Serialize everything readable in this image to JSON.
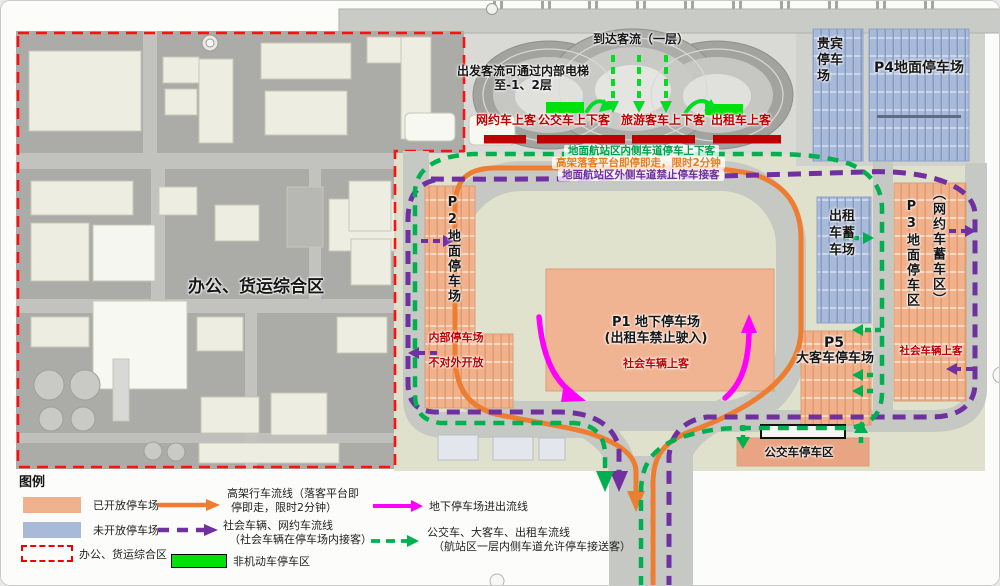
{
  "terminal": {
    "arrival_flow": "到达客流（一层）",
    "departure_note": "出发客流可通过内部电梯至-1、2层"
  },
  "curb_zones": {
    "ride_hail": "网约车上客",
    "bus": "公交车上下客",
    "tour_bus": "旅游客车上下客",
    "taxi": "出租车上客"
  },
  "lane_rules": {
    "inner": "地面航站区内侧车道停车上下客",
    "elevated": "高架落客平台即停即走，限时2分钟",
    "outer": "地面航站区外侧车道禁止停车接客"
  },
  "zones": {
    "office": "办公、货运综合区",
    "p2": "P2地面停车场",
    "p2_note1": "内部停车场",
    "p2_note2": "不对外开放",
    "p1_title": "P1 地下停车场",
    "p1_sub": "(出租车禁止驶入)",
    "p1_pickup": "社会车辆上客",
    "vip": "贵宾停车场",
    "p4": "P4地面停车场",
    "taxi_pool": "出租车蓄车场",
    "p3": "P3地面停车区",
    "p3_sub": "（网约车蓄车区）",
    "p3_pickup": "社会车辆上客",
    "p5": "P5",
    "p5_sub": "大客车停车场",
    "bus_zone": "公交车停车区"
  },
  "legend": {
    "title": "图例",
    "open_lot": "已开放停车场",
    "closed_lot": "未开放停车场",
    "office_area": "办公、货运综合区",
    "non_motor": "非机动车停车区",
    "elevated_flow1": "高架行车流线（落客平台即",
    "elevated_flow2": "停即走，限时2分钟）",
    "social_flow1": "社会车辆、网约车流线",
    "social_flow2": "（社会车辆在停车场内接客）",
    "underground_flow": "地下停车场进出流线",
    "bus_taxi_flow1": "公交车、大客车、出租车流线",
    "bus_taxi_flow2": "（航站区一层内侧车道允许停车接送客）"
  },
  "colors": {
    "open_lot_fill": "#F0B18D",
    "closed_lot_fill": "#A9BAD9",
    "elevated_flow": "#ED7D31",
    "social_flow": "#7030A0",
    "underground_flow": "#FF00FF",
    "bus_taxi_flow": "#00B050",
    "non_motor_fill": "#00E10C",
    "red_label": "#C00000",
    "boundary_red": "#FF0F0F"
  }
}
